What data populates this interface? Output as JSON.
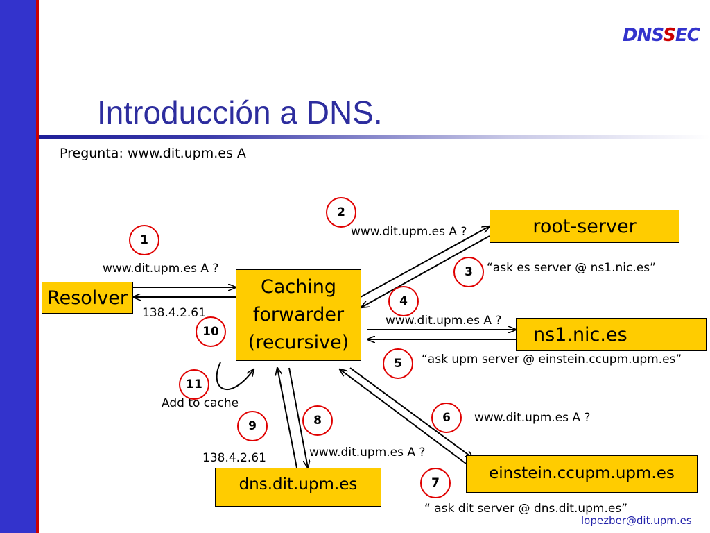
{
  "header": {
    "logo_part1": "DNS",
    "logo_part2": "S",
    "logo_part3": "EC",
    "title": "Introducción a DNS.",
    "question": "Pregunta: www.dit.upm.es A"
  },
  "nodes": {
    "resolver": "Resolver",
    "caching_line1": "Caching",
    "caching_line2": "forwarder",
    "caching_line3": "(recursive)",
    "root_server": "root-server",
    "ns1": "ns1.nic.es",
    "einstein": "einstein.ccupm.upm.es",
    "dns_dit": "dns.dit.upm.es"
  },
  "labels": {
    "q_resolver": "www.dit.upm.es A ?",
    "answer_resolver": "138.4.2.61",
    "q_root": "www.dit.upm.es A ?",
    "answer_root": "“ask es server @ ns1.nic.es”",
    "q_ns1": "www.dit.upm.es A ?",
    "answer_ns1": "“ask upm server @ einstein.ccupm.upm.es”",
    "q_einstein": "www.dit.upm.es A ?",
    "answer_einstein": "“ ask dit server @ dns.dit.upm.es”",
    "q_dns_dit": "www.dit.upm.es A ?",
    "answer_dns_dit": "138.4.2.61",
    "add_to_cache": "Add to cache"
  },
  "steps": [
    "1",
    "2",
    "3",
    "4",
    "5",
    "6",
    "7",
    "8",
    "9",
    "10",
    "11"
  ],
  "footer": {
    "email": "lopezber@dit.upm.es"
  },
  "colors": {
    "sidebar": "#3333cc",
    "accent_line": "#cc0000",
    "title": "#2d2d9e",
    "box_fill": "#ffcc00",
    "step_circle": "#e00000"
  }
}
